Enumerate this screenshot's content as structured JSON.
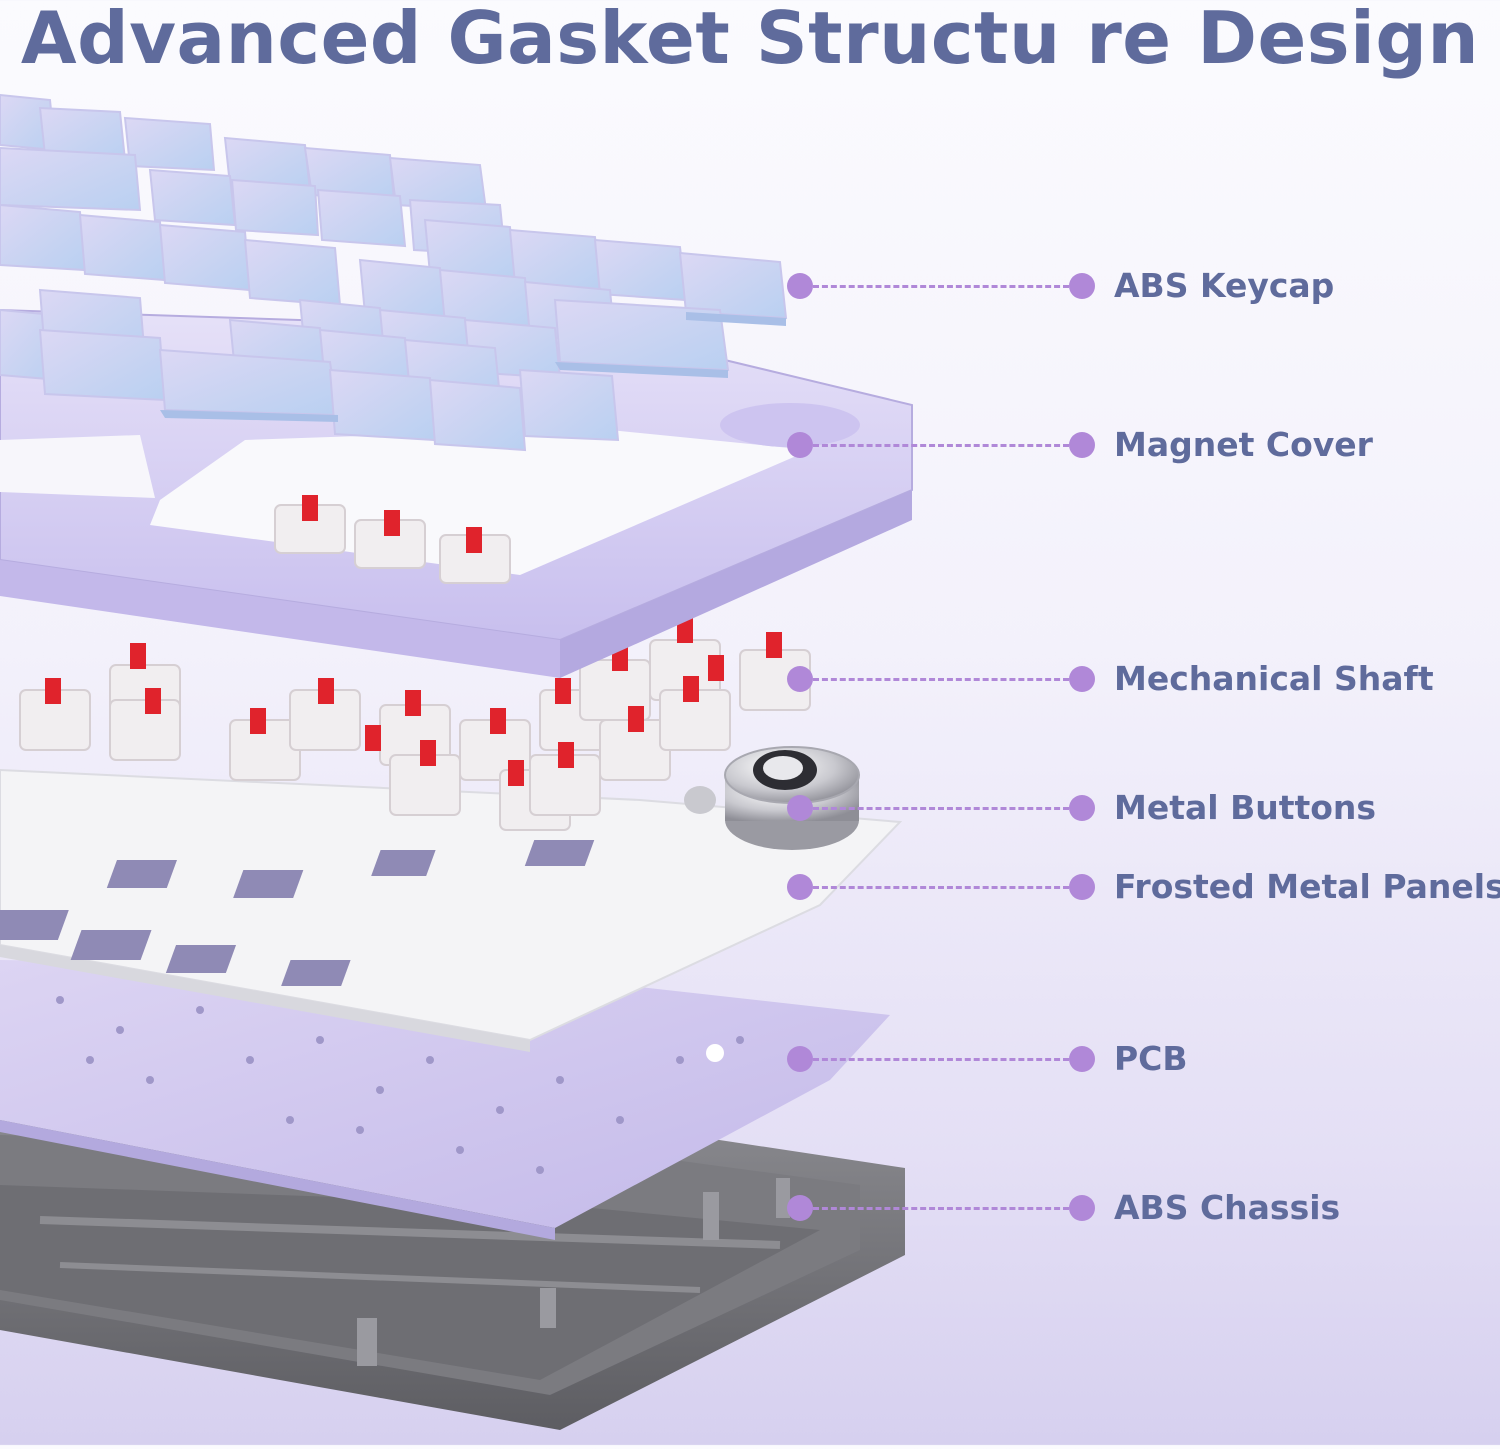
{
  "title": "Advanced Gasket Structu re Design",
  "accent_color": "#b088d8",
  "text_color": "#5f6b9c",
  "layers": [
    {
      "label": "ABS Keycap"
    },
    {
      "label": "Magnet Cover"
    },
    {
      "label": "Mechanical Shaft"
    },
    {
      "label": "Metal Buttons"
    },
    {
      "label": "Frosted Metal Panels"
    },
    {
      "label": "PCB"
    },
    {
      "label": "ABS Chassis"
    }
  ]
}
